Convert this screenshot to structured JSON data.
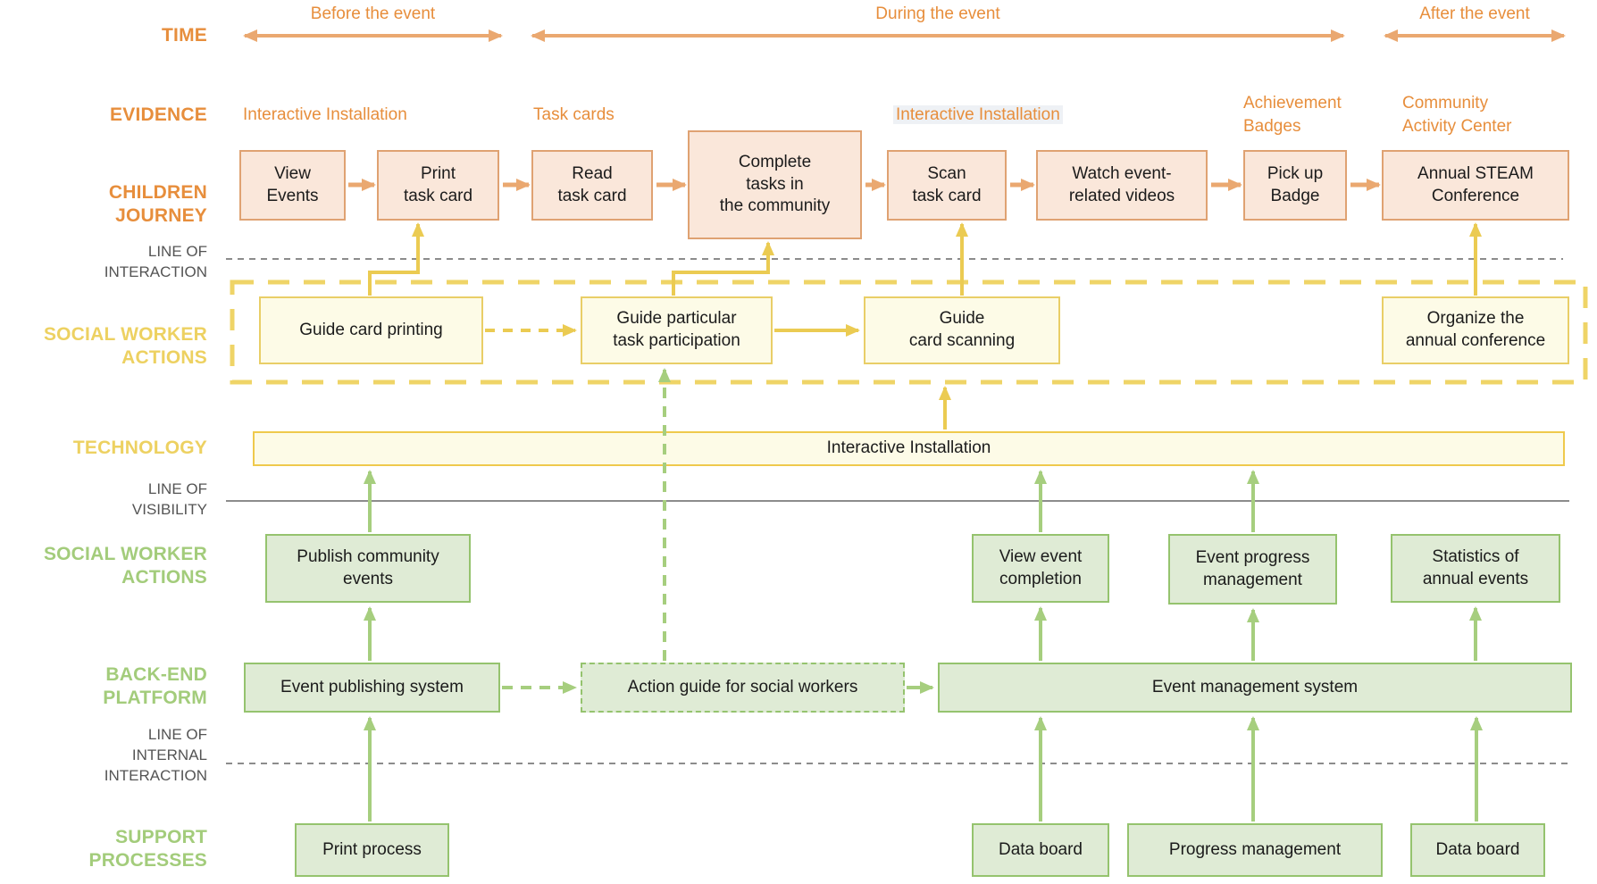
{
  "colors": {
    "customer_accent": "#e78e3c",
    "customer_arrow": "#eaa870",
    "journey_box_fill": "#fae7da",
    "journey_box_border": "#dfa272",
    "frontstage_accent": "#edd161",
    "frontstage_box_fill": "#fdfbe7",
    "frontstage_box_border": "#e9ce67",
    "frontstage_arrow": "#ebcb52",
    "backstage_accent": "#a3cc7b",
    "backstage_box_fill": "#dfebd5",
    "backstage_box_border": "#95c36e",
    "backstage_arrow": "#a6ce7e",
    "divider_gray": "#8c8c8c",
    "divider_label_gray": "#545454"
  },
  "time": {
    "label": "TIME",
    "periods": [
      "Before the event",
      "During the event",
      "After the event"
    ]
  },
  "evidence": {
    "label": "EVIDENCE",
    "items": [
      "Interactive Installation",
      "Task cards",
      "Interactive Installation",
      "Achievement\nBadges",
      "Community\nActivity Center"
    ]
  },
  "journey": {
    "label": "CHILDREN\nJOURNEY",
    "steps": [
      "View\nEvents",
      "Print\ntask card",
      "Read\ntask card",
      "Complete\ntasks in\nthe community",
      "Scan\ntask card",
      "Watch event-\nrelated videos",
      "Pick up\nBadge",
      "Annual STEAM\nConference"
    ]
  },
  "line_of_interaction": {
    "label": "LINE OF\nINTERACTION"
  },
  "frontstage_actions": {
    "label": "SOCIAL WORKER\nACTIONS",
    "boxes": [
      "Guide card printing",
      "Guide particular\ntask participation",
      "Guide\ncard scanning",
      "Organize the\nannual conference"
    ]
  },
  "technology": {
    "label": "TECHNOLOGY",
    "bar_label": "Interactive Installation"
  },
  "line_of_visibility": {
    "label": "LINE OF\nVISIBILITY"
  },
  "backstage_actions": {
    "label": "SOCIAL WORKER\nACTIONS",
    "boxes": [
      "Publish community\nevents",
      "View event\ncompletion",
      "Event progress\nmanagement",
      "Statistics of\nannual events"
    ]
  },
  "backend_platform": {
    "label": "BACK-END\nPLATFORM",
    "boxes": [
      "Event publishing system",
      "Action guide for social workers",
      "Event management system"
    ]
  },
  "line_of_internal_interaction": {
    "label": "LINE OF\nINTERNAL\nINTERACTION"
  },
  "support_processes": {
    "label": "SUPPORT\nPROCESSES",
    "boxes": [
      "Print process",
      "Data board",
      "Progress management",
      "Data board"
    ]
  }
}
